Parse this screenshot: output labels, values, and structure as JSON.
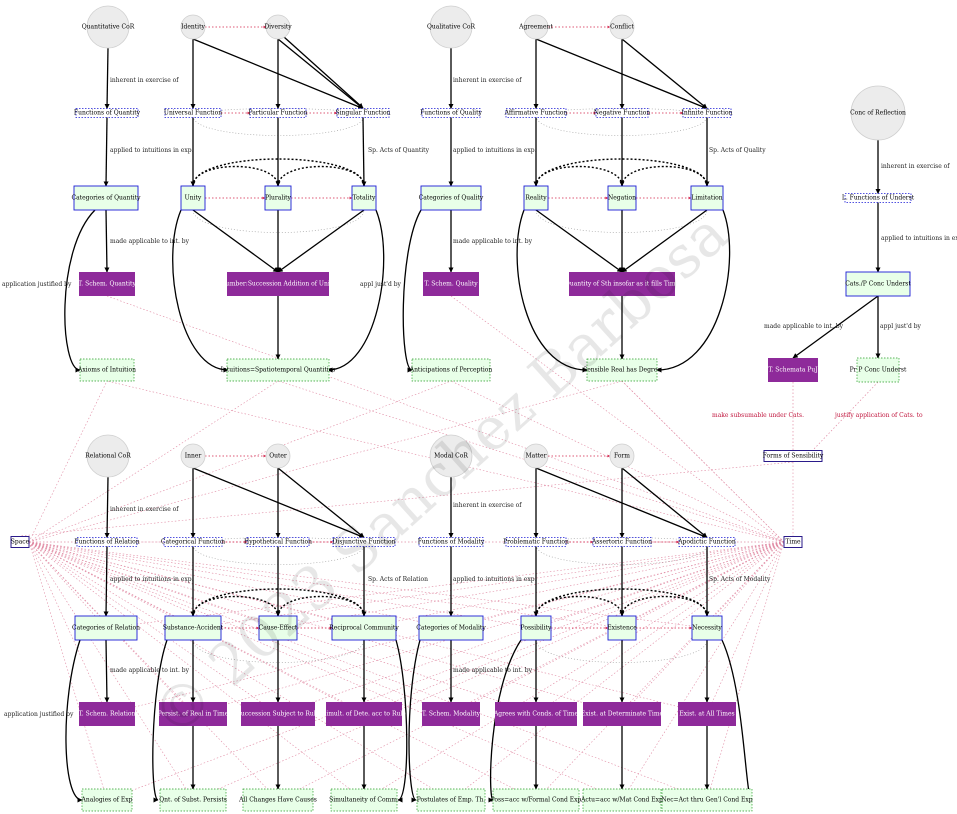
{
  "watermark": "© 2023 Sanchez Barbosa",
  "nodes": {
    "quant_cor": "Quantitative CoR",
    "identity": "Identity",
    "diversity": "Diversity",
    "qual_cor": "Qualitative CoR",
    "agreement": "Agreement",
    "conflict": "Conflict",
    "conc_reflection": "Conc of Reflection",
    "func_quantity": "Functions of Quantity",
    "universal_fn": "Universal Function",
    "particular_fn": "Particular Function",
    "singular_fn": "Singular Function",
    "func_quality": "Functions of Quality",
    "affirmative_fn": "Affirmative Function",
    "negative_fn": "Negative Function",
    "infinite_fn": "Infinite Function",
    "l_func_underst": "L. Functions of Underst",
    "cat_quantity": "Categories of Quantity",
    "unity": "Unity",
    "plurality": "Plurality",
    "totality": "Totality",
    "cat_quality": "Categories of Quality",
    "reality": "Reality",
    "negation": "Negation",
    "limitation": "Limitation",
    "cats_p_conc": "Cats./P Conc Underst",
    "tschem_quantity": "T. Schem. Quantity",
    "number_succession": "Number:Succession Addition of Units",
    "tschem_quality": "T. Schem. Quality",
    "quantity_sth": "Quantity of Sth insofar as it fills Time",
    "tschemata": "T. Schemata PuJ",
    "pr_p_conc": "Pr P Conc Underst",
    "axioms": "Axioms of Intuition",
    "intuitions_spatio": "Intuitions=Spatiotemporal Quantities",
    "anticipations": "Anticipations of Perception",
    "sensible_real": "Sensible Real has Degree",
    "forms_sensibility": "Forms of Sensibility",
    "space": "Space",
    "time": "Time",
    "relational_cor": "Relational CoR",
    "inner": "Inner",
    "outer": "Outer",
    "modal_cor": "Modal CoR",
    "matter": "Matter",
    "form": "Form",
    "func_relation": "Functions of Relation",
    "categorical_fn": "Categorical Function",
    "hypothetical_fn": "Hypothetical Function",
    "disjunctive_fn": "Disjunctive Function",
    "func_modality": "Functions of Modality",
    "problematic_fn": "Problematic Function",
    "assertoric_fn": "Assertoric Function",
    "apodictic_fn": "Apodictic Function",
    "cat_relation": "Categories of Relation",
    "substance_accident": "Substance-Accident",
    "cause_effect": "Cause-Effect",
    "reciprocal": "Reciprocal Community",
    "cat_modality": "Categories of Modality",
    "possibility": "Possibility",
    "existence": "Existence",
    "necessity": "Necessity",
    "tschem_relation": "T. Schem. Relation",
    "persist": "Persist. of Real in Time",
    "succession_rule": "Succession Subject to Rule",
    "simult": "Simult. of Dete. acc to Rule",
    "tschem_modality": "T. Schem. Modality",
    "agrees_conds": "Agrees with Conds. of Time",
    "exist_determinate": "Exist. at Determinate Time",
    "exist_all": "Exist. at All Times",
    "analogies": "Analogies of Exp",
    "qnt_subst": "Qnt. of Subst. Persists",
    "all_changes": "All Changes Have Causes",
    "simultaneity": "Simultaneity of Comm.",
    "postulates": "Postulates of Emp. Th.",
    "poss_formal": "Poss=acc w/Formal Cond Exp",
    "actu_mat": "Actu=acc w/Mat Cond Exp",
    "nec_genl": "Nec=Act thru Gen'l Cond Exp"
  },
  "edge_labels": {
    "inherent": "inherent in exercise of",
    "applied": "applied to intuitions in exp.",
    "made_applicable": "made applicable to int. by",
    "application_justified": "application justified by",
    "sp_quantity": "Sp. Acts of Quantity",
    "sp_quality": "Sp. Acts of Quality",
    "sp_relation": "Sp. Acts of Relation",
    "sp_modality": "Sp. Acts of Modality",
    "appl_justd": "appl just'd by",
    "applied_intuitions_exp": "applied to intuitions in exp.",
    "make_subsumable": "make subsumable under Cats.",
    "justify_application": "justify application of Cats. to"
  },
  "colors": {
    "magenta": "#8e2a9a",
    "green_fill": "#e8ffe8",
    "blue_border": "#1b1bd6",
    "red": "#d4224a",
    "pink_dotted": "#e08aa3",
    "circle_fill": "#ececec"
  }
}
